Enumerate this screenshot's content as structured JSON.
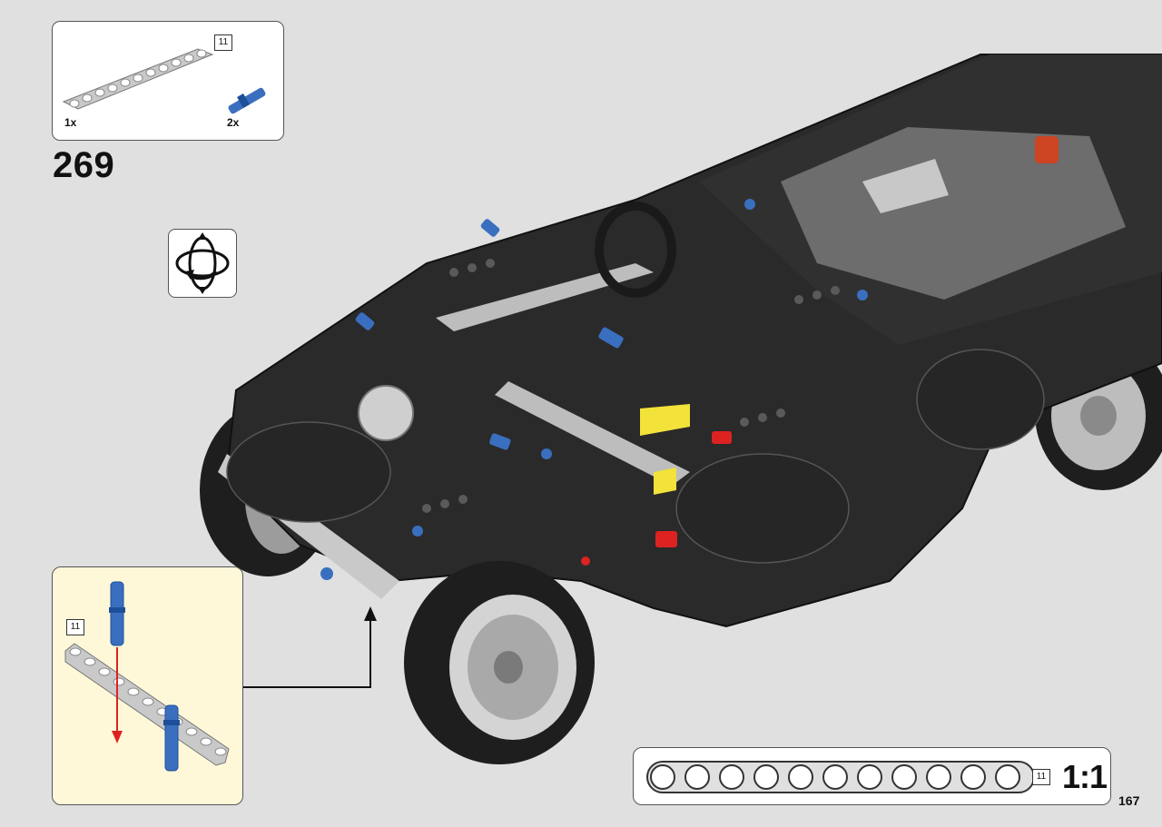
{
  "parts_list": {
    "items": [
      {
        "part": "technic beam 11",
        "length_tag": "11",
        "quantity": "1x"
      },
      {
        "part": "blue friction pin",
        "quantity": "2x"
      }
    ]
  },
  "step": {
    "number": "269"
  },
  "rotate": {
    "icon": "rotate-model-icon"
  },
  "sub_assembly": {
    "length_tag": "11"
  },
  "scale": {
    "length_tag": "11",
    "label": "1:1"
  },
  "page": {
    "number": "167"
  },
  "colors": {
    "background": "#e0e0e0",
    "subassembly_bg": "#fff8d8",
    "model_body": "#2b2b2b",
    "beam_gray": "#c9c9c9",
    "pin_blue": "#3a6fbf",
    "arrow_red": "#d22",
    "accent_yellow": "#f2e23a"
  }
}
